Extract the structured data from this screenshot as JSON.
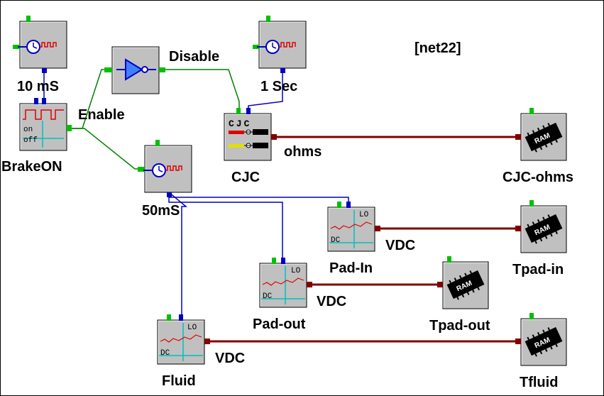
{
  "net_title": "[net22]",
  "colors": {
    "block_face": "#c0c0c0",
    "port_green": "#00c000",
    "port_blue": "#0000c0",
    "port_red": "#800000",
    "wire_green": "#008000",
    "wire_blue": "#000080",
    "wire_red": "#800000"
  },
  "blocks": {
    "timer_10ms": {
      "label": "10 mS",
      "icon": "clock-icon"
    },
    "brake_on": {
      "label": "BrakeON",
      "icon": "pulse-switch-icon",
      "on_text": "on",
      "off_text": "off"
    },
    "inverter": {
      "label": "",
      "icon": "inverter-icon"
    },
    "timer_1sec": {
      "label": "1 Sec",
      "icon": "clock-icon"
    },
    "cjc": {
      "label": "CJC",
      "icon": "cjc-icon",
      "inner_text": "CJC"
    },
    "timer_50ms": {
      "label": "50mS",
      "icon": "clock-icon"
    },
    "pad_in": {
      "label": "Pad-In",
      "icon": "dc-input-icon",
      "dc_text": "DC",
      "lo_text": "LO"
    },
    "pad_out": {
      "label": "Pad-out",
      "icon": "dc-input-icon",
      "dc_text": "DC",
      "lo_text": "LO"
    },
    "fluid": {
      "label": "Fluid",
      "icon": "dc-input-icon",
      "dc_text": "DC",
      "lo_text": "LO"
    },
    "cjc_ohms": {
      "label": "CJC-ohms",
      "icon": "ram-icon",
      "chip_text": "RAM"
    },
    "tpad_in": {
      "label": "Tpad-in",
      "icon": "ram-icon",
      "chip_text": "RAM"
    },
    "tpad_out": {
      "label": "Tpad-out",
      "icon": "ram-icon",
      "chip_text": "RAM"
    },
    "tfluid": {
      "label": "Tfluid",
      "icon": "ram-icon",
      "chip_text": "RAM"
    }
  },
  "wire_labels": {
    "disable": "Disable",
    "enable": "Enable",
    "ohms": "ohms",
    "vdc_pad_in": "VDC",
    "vdc_pad_out": "VDC",
    "vdc_fluid": "VDC"
  }
}
